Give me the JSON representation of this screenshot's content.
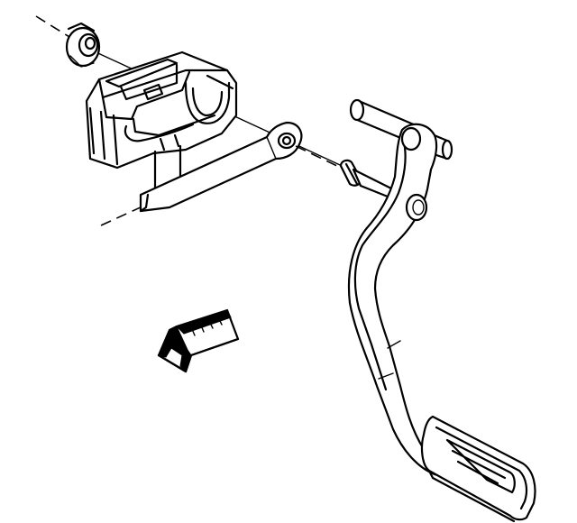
{
  "diagram": {
    "colors": {
      "line": "#000000",
      "background": "#ffffff"
    },
    "parts": [
      {
        "name": "retaining-nut",
        "icon": "hex-flange-nut-icon"
      },
      {
        "name": "sensor-module",
        "icon": "pedal-position-sensor-icon"
      },
      {
        "name": "sensor-lever-arm",
        "icon": "lever-arm-icon"
      },
      {
        "name": "mounting-stud",
        "icon": "stud-icon"
      },
      {
        "name": "pivot-shaft",
        "icon": "pivot-shaft-icon"
      },
      {
        "name": "pedal-arm",
        "icon": "pedal-arm-icon"
      },
      {
        "name": "pedal-pad",
        "icon": "pedal-pad-icon"
      },
      {
        "name": "direction-arrow",
        "icon": "arrow-down-left-icon"
      }
    ]
  }
}
